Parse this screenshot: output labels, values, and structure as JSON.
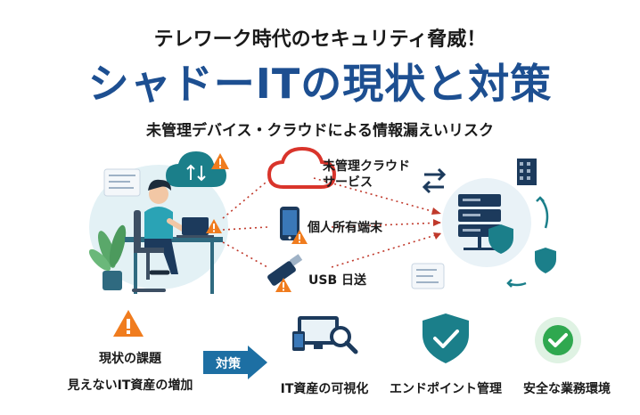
{
  "header": {
    "subtitle": "テレワーク時代のセキュリティ脅威！",
    "title": "シャドーITの現状と対策",
    "tagline": "未管理デバイス・クラウドによる情報漏えいリスク"
  },
  "risks": [
    {
      "label_line1": "未管理クラウド",
      "label_line2": "サービス",
      "icon": "cloud-icon"
    },
    {
      "label": "個人所有端末",
      "icon": "smartphone-icon"
    },
    {
      "label": "USB 日送",
      "icon": "usb-drive-icon"
    }
  ],
  "issue": {
    "line1": "現状の課題",
    "line2": "見えないIT資産の増加",
    "icon": "warning-icon"
  },
  "measures_label": "対策",
  "measures": [
    {
      "label": "IT資産の可視化",
      "icon": "monitor-search-icon"
    },
    {
      "label": "エンドポイント管理",
      "icon": "shield-check-icon"
    },
    {
      "label": "安全な業務環境",
      "icon": "check-circle-icon"
    }
  ],
  "colors": {
    "title_blue": "#1d4f91",
    "warning_orange": "#f07c1e",
    "teal": "#1b7f8a",
    "check_green": "#2fa84f",
    "dotted_red": "#c0392b"
  }
}
